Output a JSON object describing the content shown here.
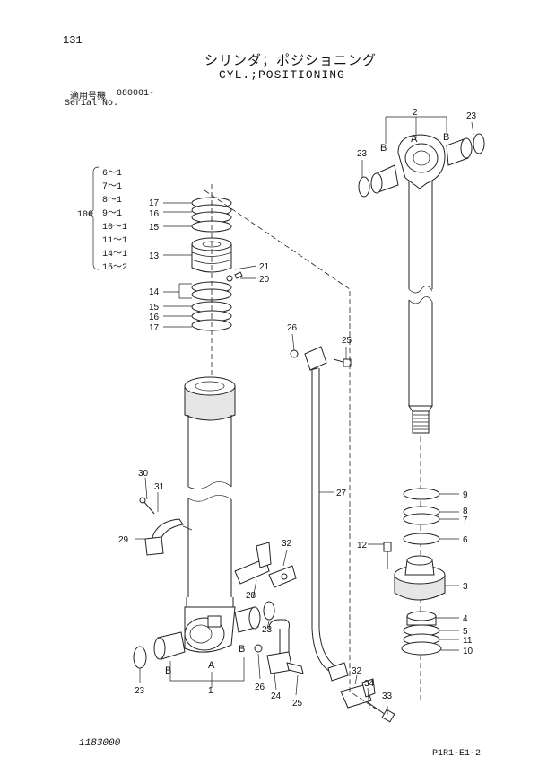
{
  "page_number": "131",
  "title_jp": "シリンダ；ポジショニング",
  "title_en": "CYL.;POSITIONING",
  "serial": {
    "label_jp": "適用号機",
    "value": "080001-",
    "label_en": "Serial No."
  },
  "group_100": {
    "label": "100",
    "items": [
      "6～1",
      "7～1",
      "8～1",
      "9～1",
      "10～1",
      "11～1",
      "14～1",
      "15～2"
    ]
  },
  "callouts": {
    "c1": "1",
    "c2": "2",
    "c3": "3",
    "c4": "4",
    "c5": "5",
    "c6": "6",
    "c7": "7",
    "c8": "8",
    "c9": "9",
    "c10": "10",
    "c11": "11",
    "c12": "12",
    "c13": "13",
    "c14": "14",
    "c15a": "15",
    "c15b": "15",
    "c16a": "16",
    "c16b": "16",
    "c17a": "17",
    "c17b": "17",
    "c20": "20",
    "c21": "21",
    "c23a": "23",
    "c23b": "23",
    "c23c": "23",
    "c23d": "23",
    "c24": "24",
    "c25a": "25",
    "c25b": "25",
    "c26a": "26",
    "c26b": "26",
    "c27": "27",
    "c28": "28",
    "c29": "29",
    "c30": "30",
    "c31": "31",
    "c32a": "32",
    "c32b": "32",
    "c33": "33",
    "c34": "34",
    "A_top": "A",
    "B_top_left": "B",
    "B_top_right": "B",
    "A_bottom": "A",
    "B_bottom_left": "B",
    "B_bottom_right": "B"
  },
  "footer": {
    "doc_number": "1183000",
    "page_code": "P1R1-E1-2"
  }
}
